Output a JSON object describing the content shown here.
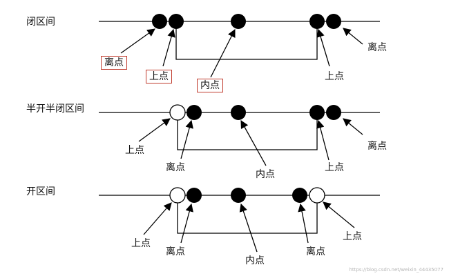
{
  "rows": [
    {
      "title": "闭区间",
      "labels": {
        "left_out": "离点",
        "left_on": "上点",
        "mid_in": "内点",
        "right_on": "上点",
        "right_out": "离点"
      }
    },
    {
      "title": "半开半闭区间",
      "labels": {
        "left_on": "上点",
        "left_out": "离点",
        "mid_in": "内点",
        "right_on": "上点",
        "right_out": "离点"
      }
    },
    {
      "title": "开区间",
      "labels": {
        "left_on": "上点",
        "left_out": "离点",
        "mid_in": "内点",
        "right_out": "离点",
        "right_on": "上点"
      }
    }
  ],
  "watermark": "https://blog.csdn.net/weixin_44435077",
  "colors": {
    "ink": "#000000",
    "highlight_border": "#c0392b"
  }
}
